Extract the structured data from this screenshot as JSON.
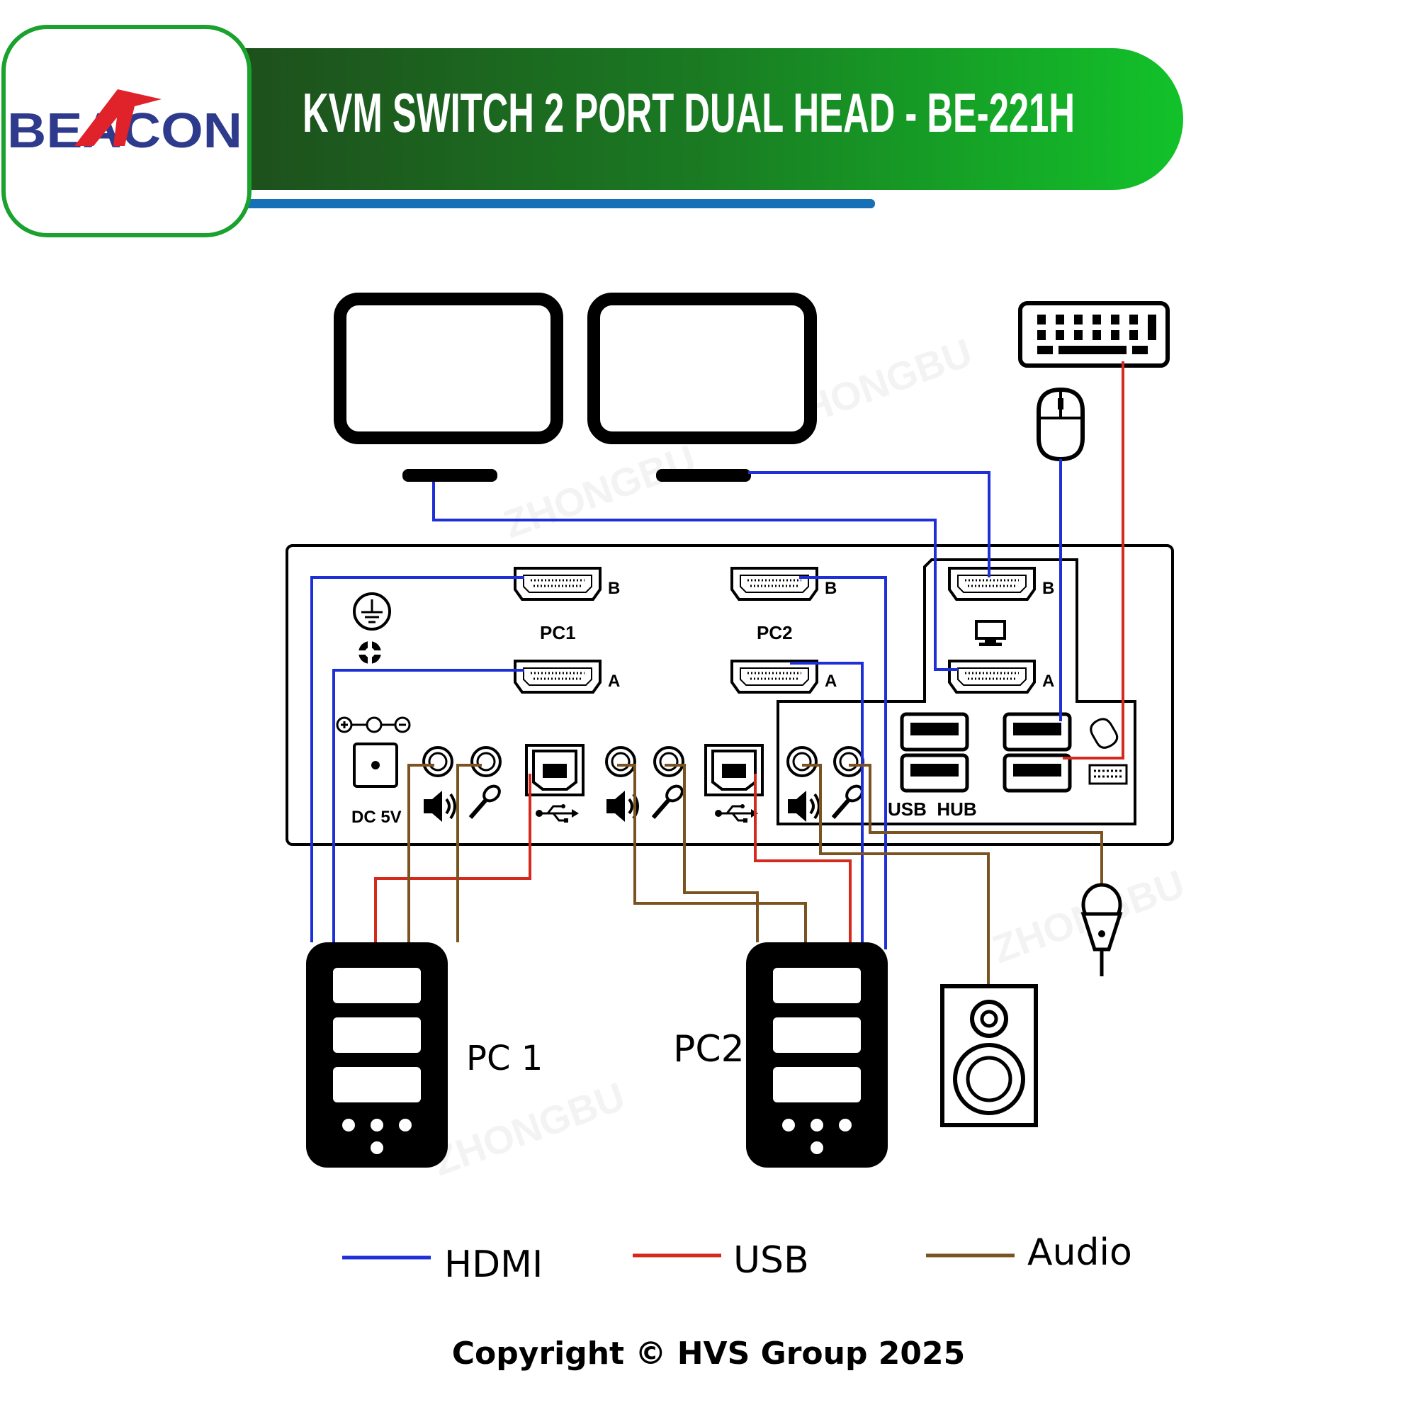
{
  "header": {
    "logo": "BEACON",
    "title": "KVM SWITCH 2 PORT DUAL HEAD - BE-221H"
  },
  "switch_panel": {
    "pc1_label": "PC1",
    "pc2_label": "PC2",
    "port_b": "B",
    "port_a": "A",
    "power_label": "DC 5V",
    "usb_hub_label": "USB  HUB"
  },
  "devices": {
    "pc1": "PC 1",
    "pc2": "PC2"
  },
  "watermark": "ZHONGBU",
  "legend": {
    "hdmi": "HDMI",
    "usb": "USB",
    "audio": "Audio"
  },
  "colors": {
    "hdmi": "#1f2fd8",
    "usb": "#d42a1e",
    "audio": "#7a5320",
    "header_dark": "#1e4d1c",
    "header_bright": "#12c22a",
    "underline": "#1570b8",
    "logo_blue": "#2e3a8c",
    "logo_red": "#e0222a"
  },
  "footer": {
    "copyright": "Copyright © HVS Group 2025"
  }
}
